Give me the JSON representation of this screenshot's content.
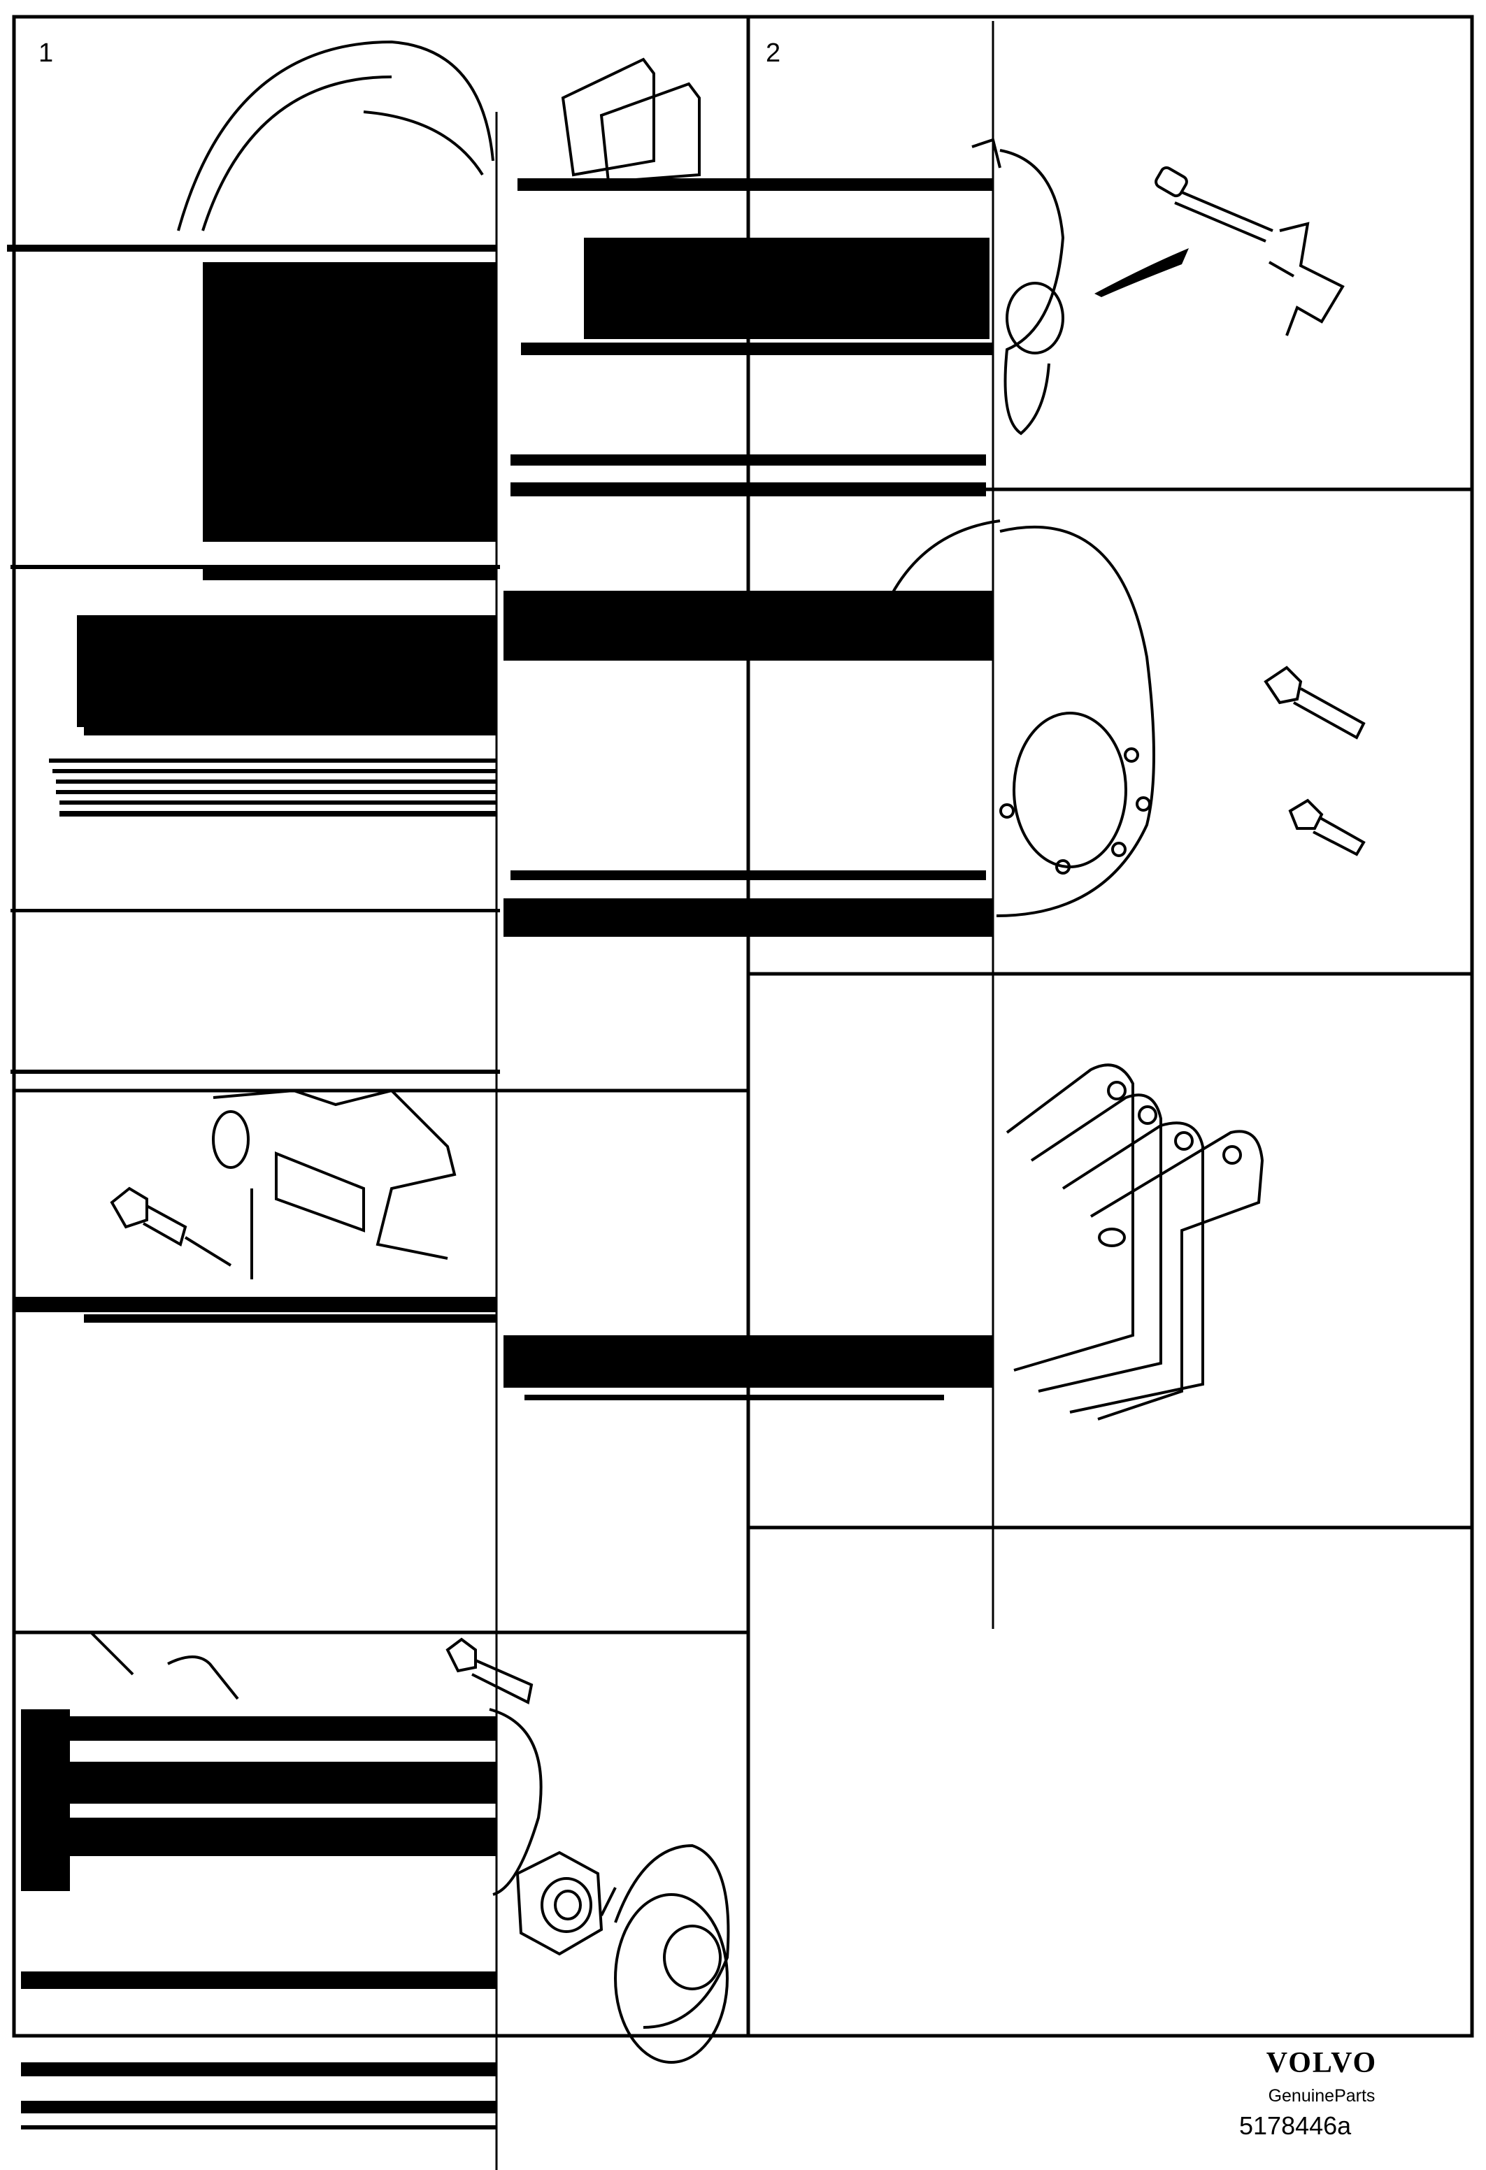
{
  "panels": [
    {
      "number": "1"
    },
    {
      "number": "2"
    }
  ],
  "brand": {
    "logo_text": "VOLVO",
    "sub_text": "GenuineParts"
  },
  "reference": "5178446a"
}
